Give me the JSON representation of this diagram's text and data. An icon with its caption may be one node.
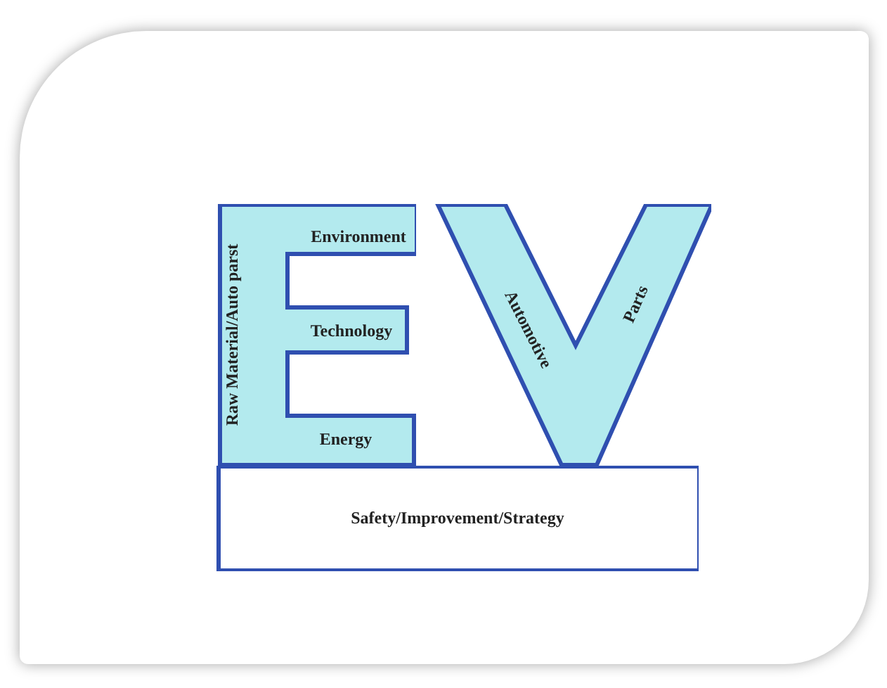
{
  "diagram": {
    "nodes": [
      {
        "text": [
          "Raw Material/Auto parst",
          "Environment",
          "Technology",
          "Energy"
        ]
      },
      {
        "text": [
          "Automotive",
          "Parts"
        ]
      },
      {
        "text": [
          "Safety/Improvement/Strategy"
        ]
      }
    ]
  }
}
